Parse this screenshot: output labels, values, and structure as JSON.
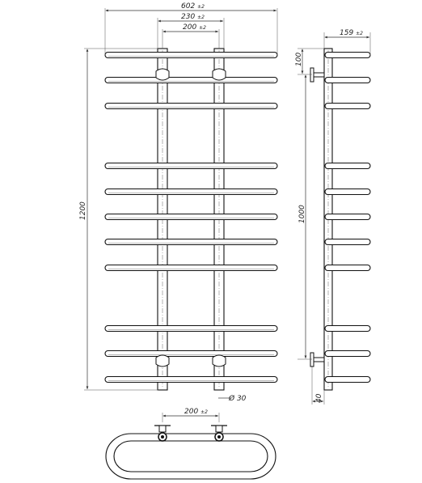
{
  "dimensions": {
    "total_width": "602",
    "total_width_tol": "±2",
    "post_spacing_outer": "230",
    "post_spacing_outer_tol": "±2",
    "post_spacing_center": "200",
    "post_spacing_center_tol": "±2",
    "total_height": "1200",
    "mount_spacing": "1000",
    "top_offset": "100",
    "depth": "159",
    "depth_tol": "±2",
    "wall_gap": "40",
    "pipe_diameter": "Ø 30",
    "bottom_center_spacing": "200",
    "bottom_center_spacing_tol": "±2"
  },
  "views": {
    "front": {
      "bar_count": 11
    },
    "side": {
      "bar_count": 11
    },
    "bottom": {
      "loop_count": 1
    }
  }
}
